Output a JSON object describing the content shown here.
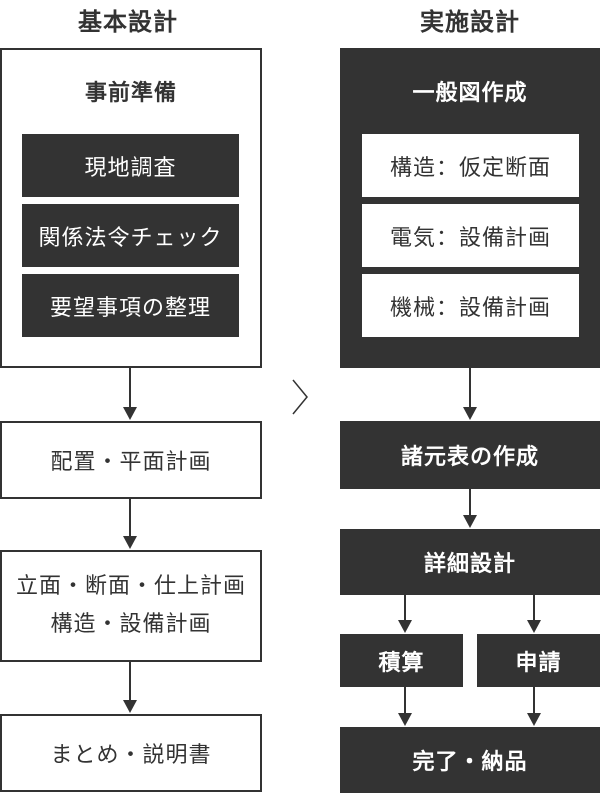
{
  "basic": {
    "heading": "基本設計",
    "group_title": "事前準備",
    "prep_items": [
      "現地調査",
      "関係法令チェック",
      "要望事項の整理"
    ],
    "steps": {
      "layout": "配置・平面計画",
      "elevation_line1": "立面・断面・仕上計画",
      "elevation_line2": "構造・設備計画",
      "summary": "まとめ・説明書"
    }
  },
  "execution": {
    "heading": "実施設計",
    "group_title": "一般図作成",
    "plan_items": [
      "構造：仮定断面",
      "電気：設備計画",
      "機械：設備計画"
    ],
    "steps": {
      "specs": "諸元表の作成",
      "detail": "詳細設計",
      "estimate": "積算",
      "application": "申請",
      "delivery": "完了・納品"
    }
  },
  "colors": {
    "dark": "#333333",
    "light": "#ffffff"
  }
}
